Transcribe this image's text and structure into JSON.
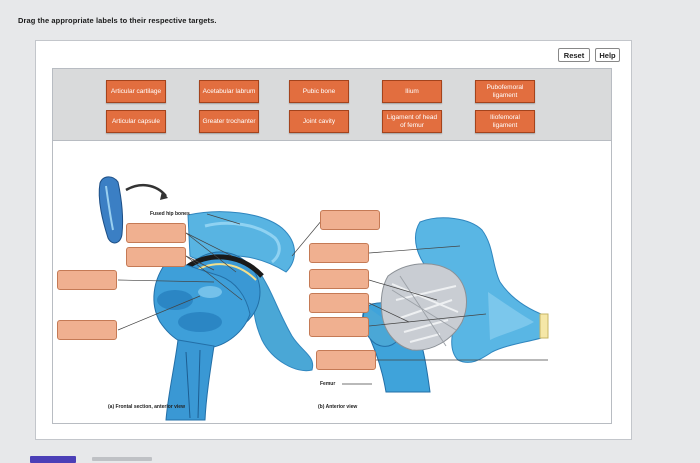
{
  "instruction": "Drag the appropriate labels to their respective targets.",
  "toolbar": {
    "reset_label": "Reset",
    "help_label": "Help"
  },
  "labels": [
    "Articular cartilage",
    "Acetabular labrum",
    "Pubic bone",
    "Ilium",
    "Pubofemoral ligament",
    "Articular capsule",
    "Greater trochanter",
    "Joint cavity",
    "Ligament of head of femur",
    "Iliofemoral ligament"
  ],
  "figure": {
    "fused_hip_bones": "Fused hip bones",
    "femur": "Femur",
    "caption_a": "(a) Frontal section, anterior view",
    "caption_b": "(b) Anterior view"
  },
  "colors": {
    "label_fill": "#e26e3f",
    "target_fill": "#f0b090",
    "bone_blue": "#4aa7d6",
    "submit_button": "#4b3fb7"
  }
}
